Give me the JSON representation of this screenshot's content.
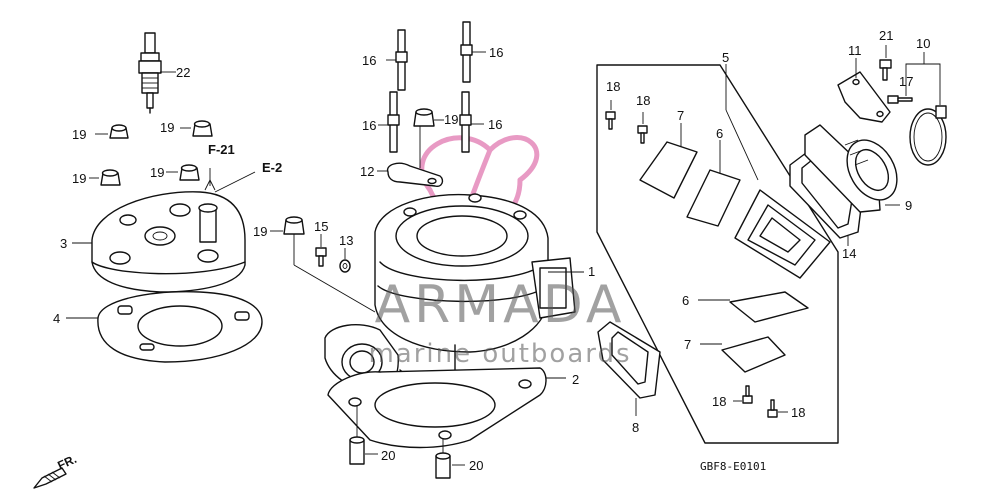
{
  "callouts": {
    "c1": "1",
    "c2": "2",
    "c3": "3",
    "c4": "4",
    "c5": "5",
    "c6a": "6",
    "c6b": "6",
    "c7a": "7",
    "c7b": "7",
    "c8": "8",
    "c9": "9",
    "c10": "10",
    "c11": "11",
    "c12": "12",
    "c13": "13",
    "c14": "14",
    "c15": "15",
    "c16a": "16",
    "c16b": "16",
    "c16c": "16",
    "c16d": "16",
    "c17": "17",
    "c18a": "18",
    "c18b": "18",
    "c18c": "18",
    "c18d": "18",
    "c19a": "19",
    "c19b": "19",
    "c19c": "19",
    "c19d": "19",
    "c19e": "19",
    "c19f": "19",
    "c20a": "20",
    "c20b": "20",
    "c21": "21",
    "c22": "22"
  },
  "refs": {
    "f21": "F-21",
    "e2": "E-2"
  },
  "front": "FR.",
  "drawing_code": "GBF8-E0101",
  "watermark": {
    "brand": "ARMADA",
    "tagline": "marine outboards"
  },
  "colors": {
    "line": "#111111",
    "watermark_pink": "#e89ac4",
    "watermark_text": "#555555"
  }
}
